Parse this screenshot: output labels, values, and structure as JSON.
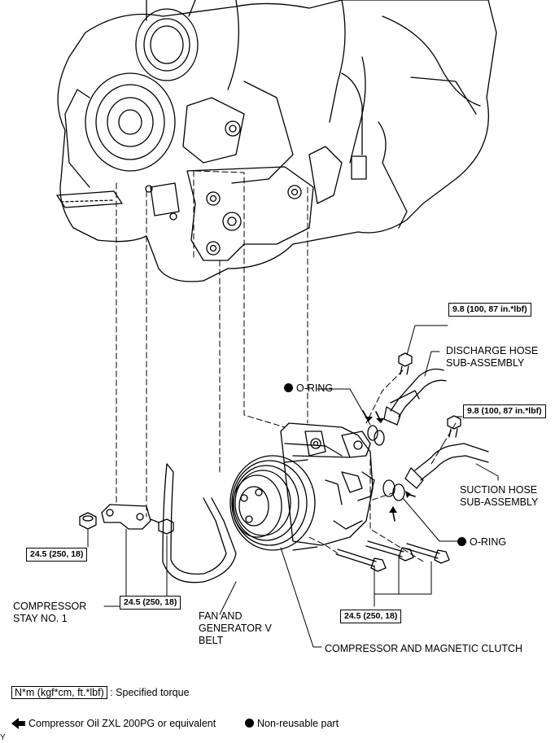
{
  "torque_specs": {
    "discharge_bolt": "9.8 (100, 87 in.*lbf)",
    "suction_bolt": "9.8 (100, 87 in.*lbf)",
    "stay_nut": "24.5 (250, 18)",
    "stay_bolt": "24.5 (250, 18)",
    "compressor_bolts": "24.5 (250, 18)"
  },
  "labels": {
    "o_ring_upper": "O-RING",
    "o_ring_lower": "O-RING",
    "discharge_hose_1": "DISCHARGE HOSE",
    "discharge_hose_2": "SUB-ASSEMBLY",
    "suction_hose_1": "SUCTION HOSE",
    "suction_hose_2": "SUB-ASSEMBLY",
    "compressor_stay_1": "COMPRESSOR",
    "compressor_stay_2": "STAY NO. 1",
    "fan_belt_1": "FAN AND",
    "fan_belt_2": "GENERATOR V",
    "fan_belt_3": "BELT",
    "compressor_clutch": "COMPRESSOR AND MAGNETIC CLUTCH"
  },
  "legend": {
    "torque_unit": "N*m (kgf*cm, ft.*lbf)",
    "torque_desc": ": Specified torque",
    "oil_desc": "Compressor Oil ZXL 200PG or equivalent",
    "nonreusable_desc": "Non-reusable part"
  },
  "corner_mark": "Y"
}
